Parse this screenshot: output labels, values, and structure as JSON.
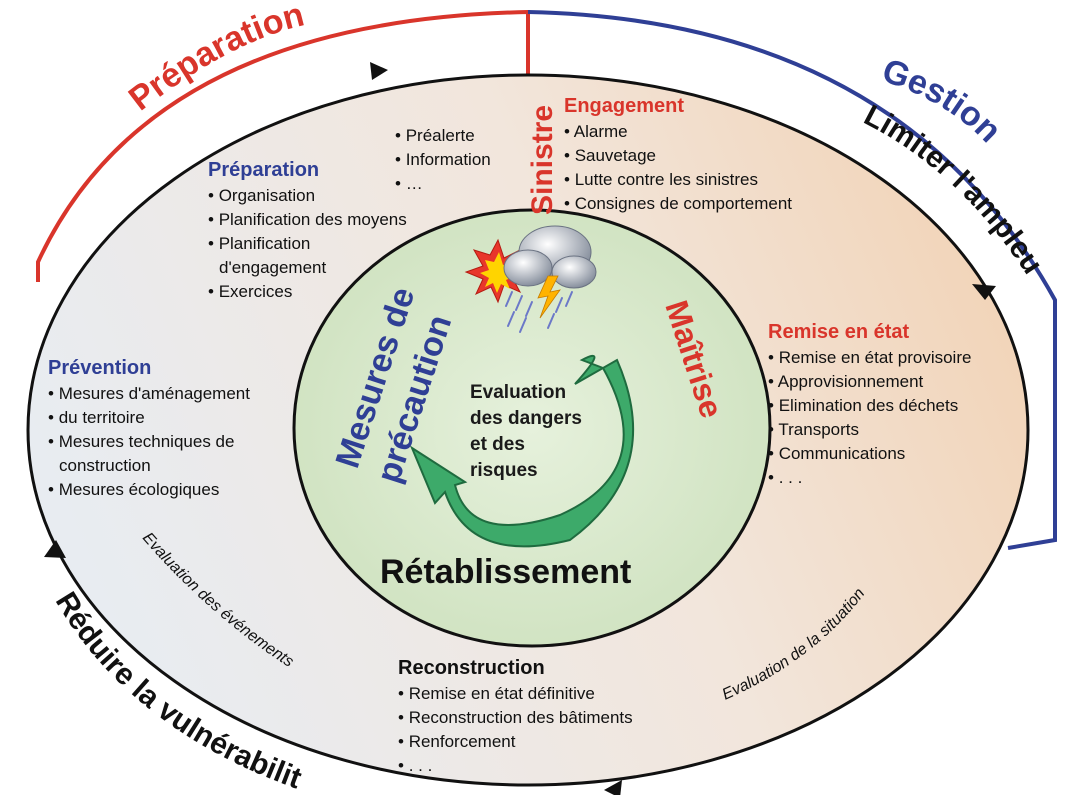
{
  "outer_arcs": {
    "preparation": "Préparation",
    "gestion": "Gestion",
    "limiter": "Limiter l'ampleur",
    "reduire": "Réduire la vulnérabilité"
  },
  "ring_labels": {
    "sinistre": "Sinistre",
    "eval_evenements": "Evaluation des événements",
    "eval_situation": "Evaluation de la situation"
  },
  "inner": {
    "mesures": "Mesures de",
    "precaution": "précaution",
    "maitrise": "Maîtrise",
    "retablissement": "Rétablissement",
    "center_lines": [
      "Evaluation",
      "des dangers",
      "et des",
      "risques"
    ]
  },
  "blocks": {
    "alert": {
      "items": [
        "Préalerte",
        "Information",
        "…"
      ]
    },
    "preparation": {
      "title": "Préparation",
      "items": [
        "Organisation",
        "Planification des moyens",
        "Planification",
        "d'engagement",
        "Exercices"
      ]
    },
    "engagement": {
      "title": "Engagement",
      "items": [
        "Alarme",
        "Sauvetage",
        "Lutte contre les sinistres",
        "Consignes de comportement"
      ]
    },
    "prevention": {
      "title": "Prévention",
      "items": [
        "Mesures d'aménagement",
        "du territoire",
        "Mesures techniques de",
        "construction",
        "Mesures écologiques"
      ]
    },
    "remise": {
      "title": "Remise en état",
      "items": [
        "Remise en état provisoire",
        "Approvisionnement",
        "Elimination des déchets",
        "Transports",
        "Communications",
        ". . ."
      ]
    },
    "reconstruction": {
      "title": "Reconstruction",
      "items": [
        "Remise en état définitive",
        "Reconstruction des bâtiments",
        "Renforcement",
        ". . ."
      ]
    }
  },
  "colors": {
    "red": "#d9352b",
    "blue": "#2f3f95",
    "green_arrow": "#3daa6a",
    "inner_fill": "#dcebd0",
    "ring_warm": "#f3dcc6",
    "ring_cool": "#e4e8ee"
  },
  "icons": [
    "explosion-icon",
    "storm-cloud-icon",
    "lightning-icon",
    "rain-icon"
  ]
}
